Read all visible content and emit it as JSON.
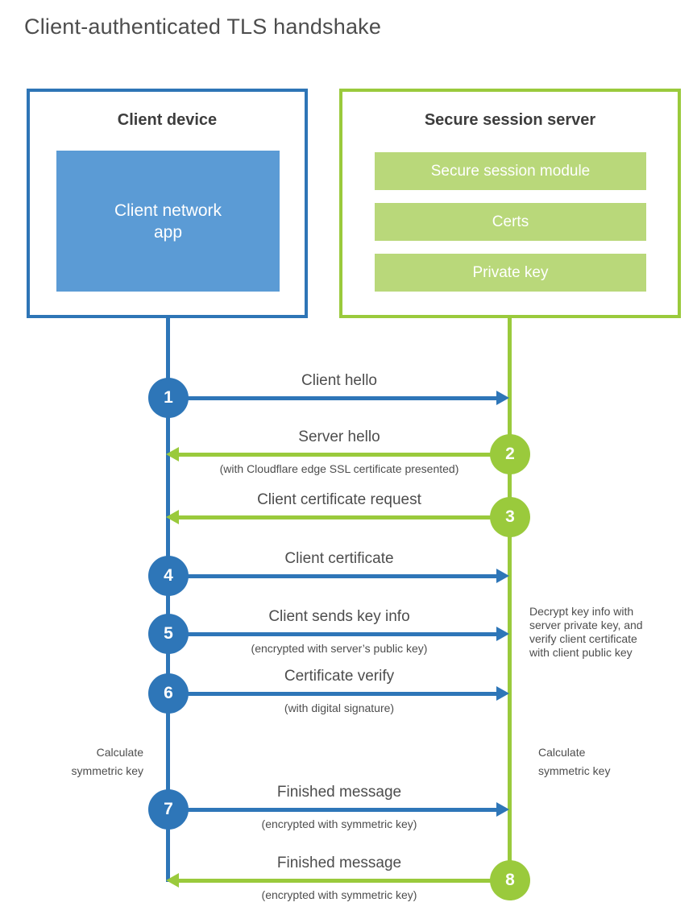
{
  "page": {
    "title": "Client-authenticated TLS handshake"
  },
  "colors": {
    "client_blue": "#2e76b8",
    "client_blue_fill": "#5b9bd5",
    "server_green": "#9aca3c",
    "server_green_fill": "#b9d87a",
    "text_dark": "#4d4d4d"
  },
  "client": {
    "title": "Client device",
    "app_label": "Client network\napp"
  },
  "server": {
    "title": "Secure session server",
    "modules": [
      "Secure session module",
      "Certs",
      "Private key"
    ]
  },
  "steps": [
    {
      "number": "1",
      "label": "Client hello",
      "sublabel": "",
      "direction": "client-to-server"
    },
    {
      "number": "2",
      "label": "Server hello",
      "sublabel": "(with Cloudflare edge SSL certificate presented)",
      "direction": "server-to-client"
    },
    {
      "number": "3",
      "label": "Client certificate request",
      "sublabel": "",
      "direction": "server-to-client"
    },
    {
      "number": "4",
      "label": "Client certificate",
      "sublabel": "",
      "direction": "client-to-server"
    },
    {
      "number": "5",
      "label": "Client sends key info",
      "sublabel": "(encrypted with server’s public key)",
      "direction": "client-to-server"
    },
    {
      "number": "6",
      "label": "Certificate verify",
      "sublabel": "(with digital signature)",
      "direction": "client-to-server"
    },
    {
      "number": "7",
      "label": "Finished message",
      "sublabel": "(encrypted with symmetric key)",
      "direction": "client-to-server"
    },
    {
      "number": "8",
      "label": "Finished message",
      "sublabel": "(encrypted with symmetric key)",
      "direction": "server-to-client"
    }
  ],
  "annotations": {
    "decrypt_note": "Decrypt key info with\nserver private key, and\nverify client certificate\nwith client public key",
    "calc_left": "Calculate\nsymmetric key",
    "calc_right": "Calculate\nsymmetric key"
  }
}
